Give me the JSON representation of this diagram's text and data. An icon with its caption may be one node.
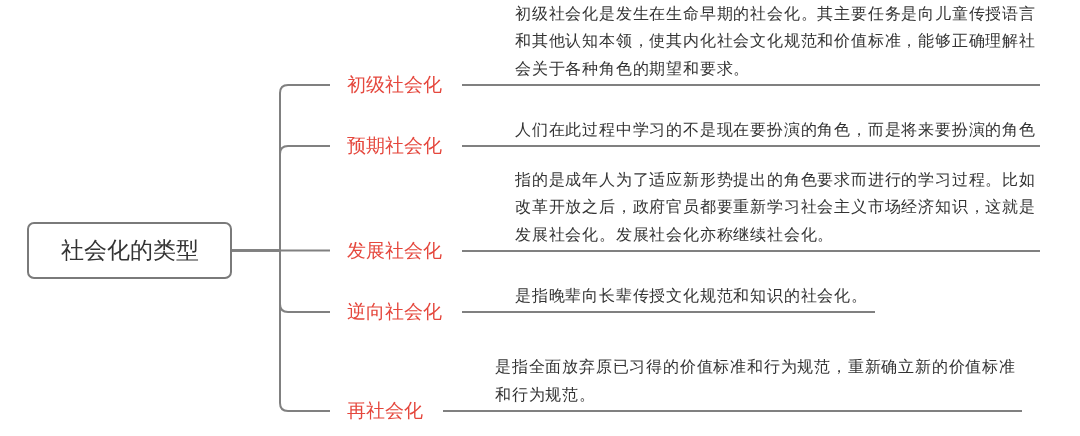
{
  "diagram": {
    "nodes": [
      {
        "text": [
          "社会化的类型"
        ]
      },
      {
        "text": [
          "初级社会化"
        ]
      },
      {
        "text": [
          "初级社会化是发生在生命早期的社会化。其主要任务是向儿童传授语言和其他认知本领，使其内化社会文化规范和价值标准，能够正确理解社会关于各种角色的期望和要求。"
        ]
      },
      {
        "text": [
          "预期社会化"
        ]
      },
      {
        "text": [
          "人们在此过程中学习的不是现在要扮演的角色，而是将来要扮演的角色"
        ]
      },
      {
        "text": [
          "发展社会化"
        ]
      },
      {
        "text": [
          "指的是成年人为了适应新形势提出的角色要求而进行的学习过程。比如改革开放之后，政府官员都要重新学习社会主义市场经济知识，这就是发展社会化。发展社会化亦称继续社会化。"
        ]
      },
      {
        "text": [
          "逆向社会化"
        ]
      },
      {
        "text": [
          "是指晚辈向长辈传授文化规范和知识的社会化。"
        ]
      },
      {
        "text": [
          "再社会化"
        ]
      },
      {
        "text": [
          "是指全面放弃原已习得的价值标准和行为规范，重新确立新的价值标准和行为规范。"
        ]
      }
    ],
    "edges": [
      {
        "from": 0,
        "to": 1,
        "arrow": "none"
      },
      {
        "from": 0,
        "to": 3,
        "arrow": "none"
      },
      {
        "from": 0,
        "to": 5,
        "arrow": "none"
      },
      {
        "from": 0,
        "to": 7,
        "arrow": "none"
      },
      {
        "from": 0,
        "to": 9,
        "arrow": "none"
      },
      {
        "from": 1,
        "to": 2,
        "arrow": "none"
      },
      {
        "from": 3,
        "to": 4,
        "arrow": "none"
      },
      {
        "from": 5,
        "to": 6,
        "arrow": "none"
      },
      {
        "from": 7,
        "to": 8,
        "arrow": "none"
      },
      {
        "from": 9,
        "to": 10,
        "arrow": "none"
      }
    ]
  }
}
